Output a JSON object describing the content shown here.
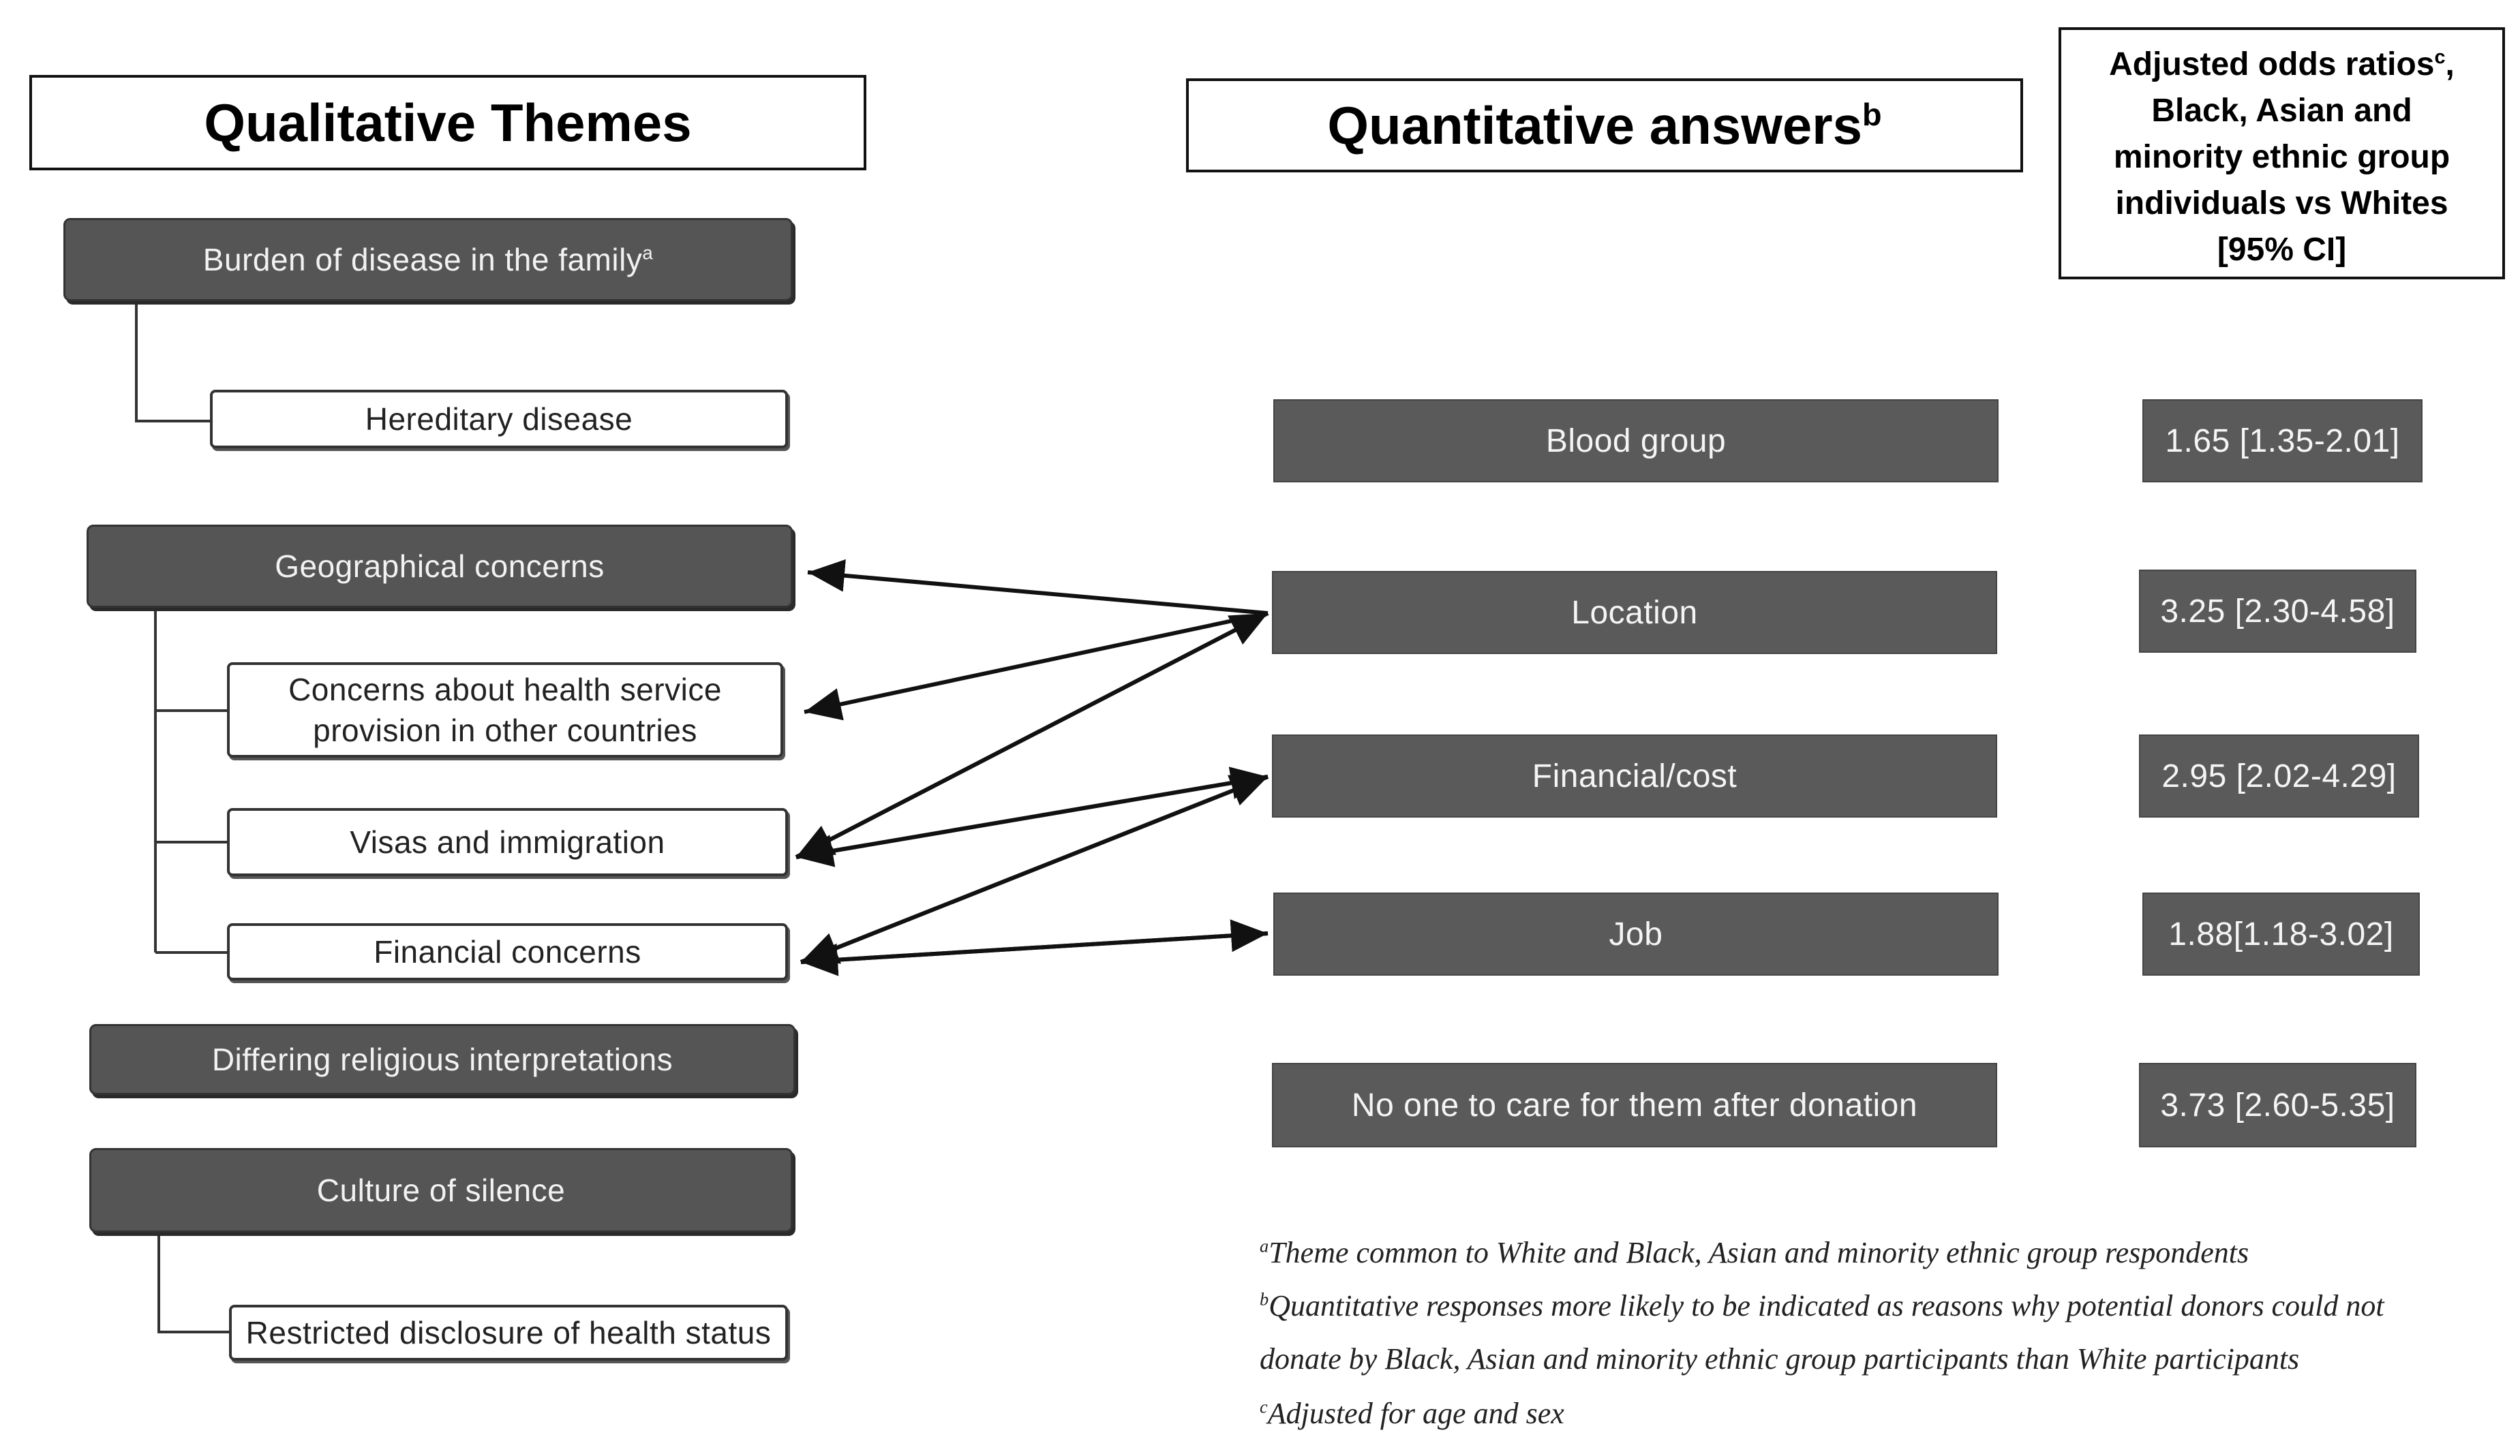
{
  "headers": {
    "qualitative": "Qualitative Themes",
    "quantitative": "Quantitative answers",
    "quantitative_sup": "b",
    "odds_line1": "Adjusted odds ratios",
    "odds_sup": "c",
    "odds_line1_tail": ",",
    "odds_line2": "Black, Asian and",
    "odds_line3": "minority ethnic group",
    "odds_line4": "individuals vs Whites",
    "odds_line5": "[95% CI]"
  },
  "themes": {
    "burden": "Burden of disease in the family",
    "burden_sup": "a",
    "hereditary": "Hereditary disease",
    "geographical": "Geographical concerns",
    "health_service_line1": "Concerns about health service",
    "health_service_line2": "provision in other countries",
    "visas": "Visas and immigration",
    "financial_concerns": "Financial concerns",
    "religious": "Differing religious interpretations",
    "silence": "Culture of silence",
    "restricted": "Restricted disclosure of health status"
  },
  "answers": [
    {
      "label": "Blood group",
      "odds": "1.65 [1.35-2.01]"
    },
    {
      "label": "Location",
      "odds": "3.25 [2.30-4.58]"
    },
    {
      "label": "Financial/cost",
      "odds": "2.95 [2.02-4.29]"
    },
    {
      "label": "Job",
      "odds": "1.88[1.18-3.02]"
    },
    {
      "label": "No one to care for them after donation",
      "odds": "3.73 [2.60-5.35]"
    }
  ],
  "footnotes": {
    "a_mark": "a",
    "a": "Theme common to White and Black, Asian and minority ethnic group respondents",
    "b_mark": "b",
    "b_line1": "Quantitative responses more likely to be indicated as reasons why potential donors could not",
    "b_line2": "donate by Black, Asian and minority ethnic group participants than White participants",
    "c_mark": "c",
    "c": "Adjusted for age and sex"
  },
  "colors": {
    "dark_box": "#555555",
    "line": "#111111"
  }
}
